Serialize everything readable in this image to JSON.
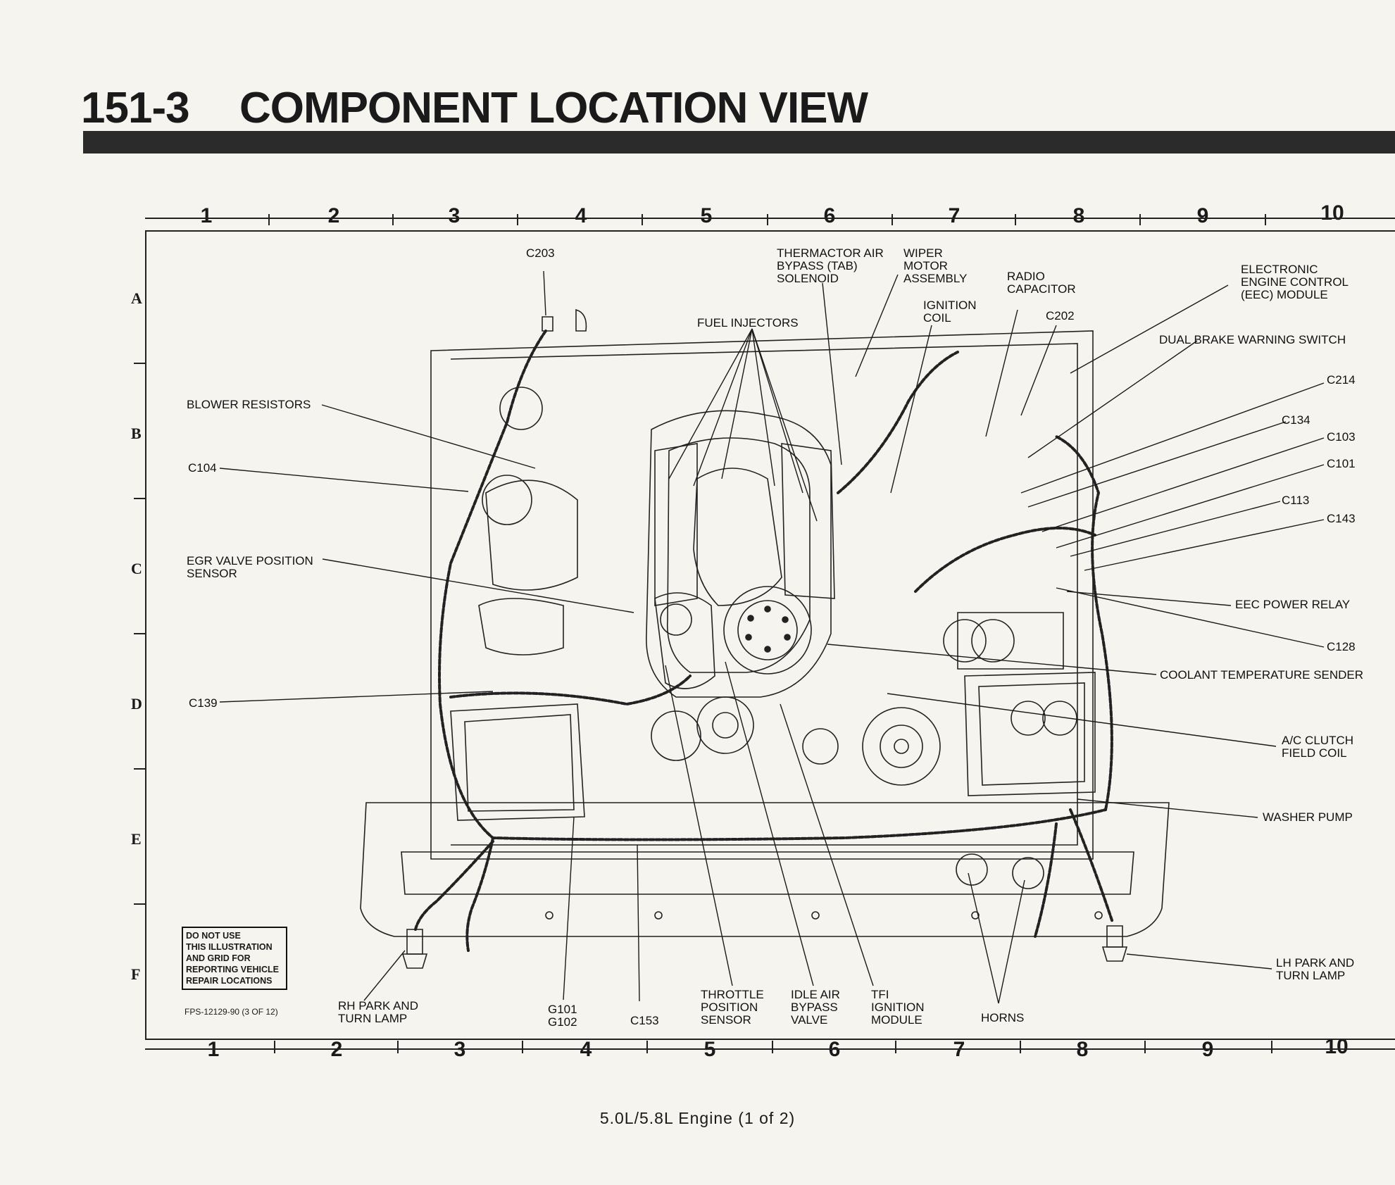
{
  "header": {
    "section_number": "151-3",
    "section_title": "COMPONENT LOCATION VIEW"
  },
  "grid": {
    "columns": [
      "1",
      "2",
      "3",
      "4",
      "5",
      "6",
      "7",
      "8",
      "9",
      "10"
    ],
    "rows": [
      "A",
      "B",
      "C",
      "D",
      "E",
      "F"
    ]
  },
  "callouts": {
    "c203": "C203",
    "thermactor": "THERMACTOR AIR\nBYPASS (TAB)\nSOLENOID",
    "wiper_motor": "WIPER\nMOTOR\nASSEMBLY",
    "radio_capacitor": "RADIO\nCAPACITOR",
    "eec_module": "ELECTRONIC\nENGINE CONTROL\n(EEC) MODULE",
    "ignition_coil": "IGNITION\nCOIL",
    "c202": "C202",
    "fuel_injectors": "FUEL INJECTORS",
    "dual_brake": "DUAL BRAKE WARNING SWITCH",
    "blower_resistors": "BLOWER RESISTORS",
    "c214": "C214",
    "c134": "C134",
    "c104": "C104",
    "c103": "C103",
    "c101": "C101",
    "c113": "C113",
    "c143": "C143",
    "egr_sensor": "EGR VALVE POSITION\nSENSOR",
    "eec_relay": "EEC POWER RELAY",
    "c128": "C128",
    "coolant_sender": "COOLANT TEMPERATURE SENDER",
    "c139": "C139",
    "ac_clutch": "A/C CLUTCH\nFIELD COIL",
    "washer_pump": "WASHER PUMP",
    "lh_park": "LH PARK AND\nTURN LAMP",
    "rh_park": "RH PARK AND\nTURN LAMP",
    "g101": "G101\nG102",
    "c153": "C153",
    "throttle_sensor": "THROTTLE\nPOSITION\nSENSOR",
    "idle_air": "IDLE AIR\nBYPASS\nVALVE",
    "tfi_module": "TFI\nIGNITION\nMODULE",
    "horns": "HORNS"
  },
  "notice": "DO NOT USE\nTHIS ILLUSTRATION\nAND GRID FOR\nREPORTING VEHICLE\nREPAIR LOCATIONS",
  "figure_id": "FPS-12129-90 (3 OF 12)",
  "caption": "5.0L/5.8L Engine (1 of 2)"
}
